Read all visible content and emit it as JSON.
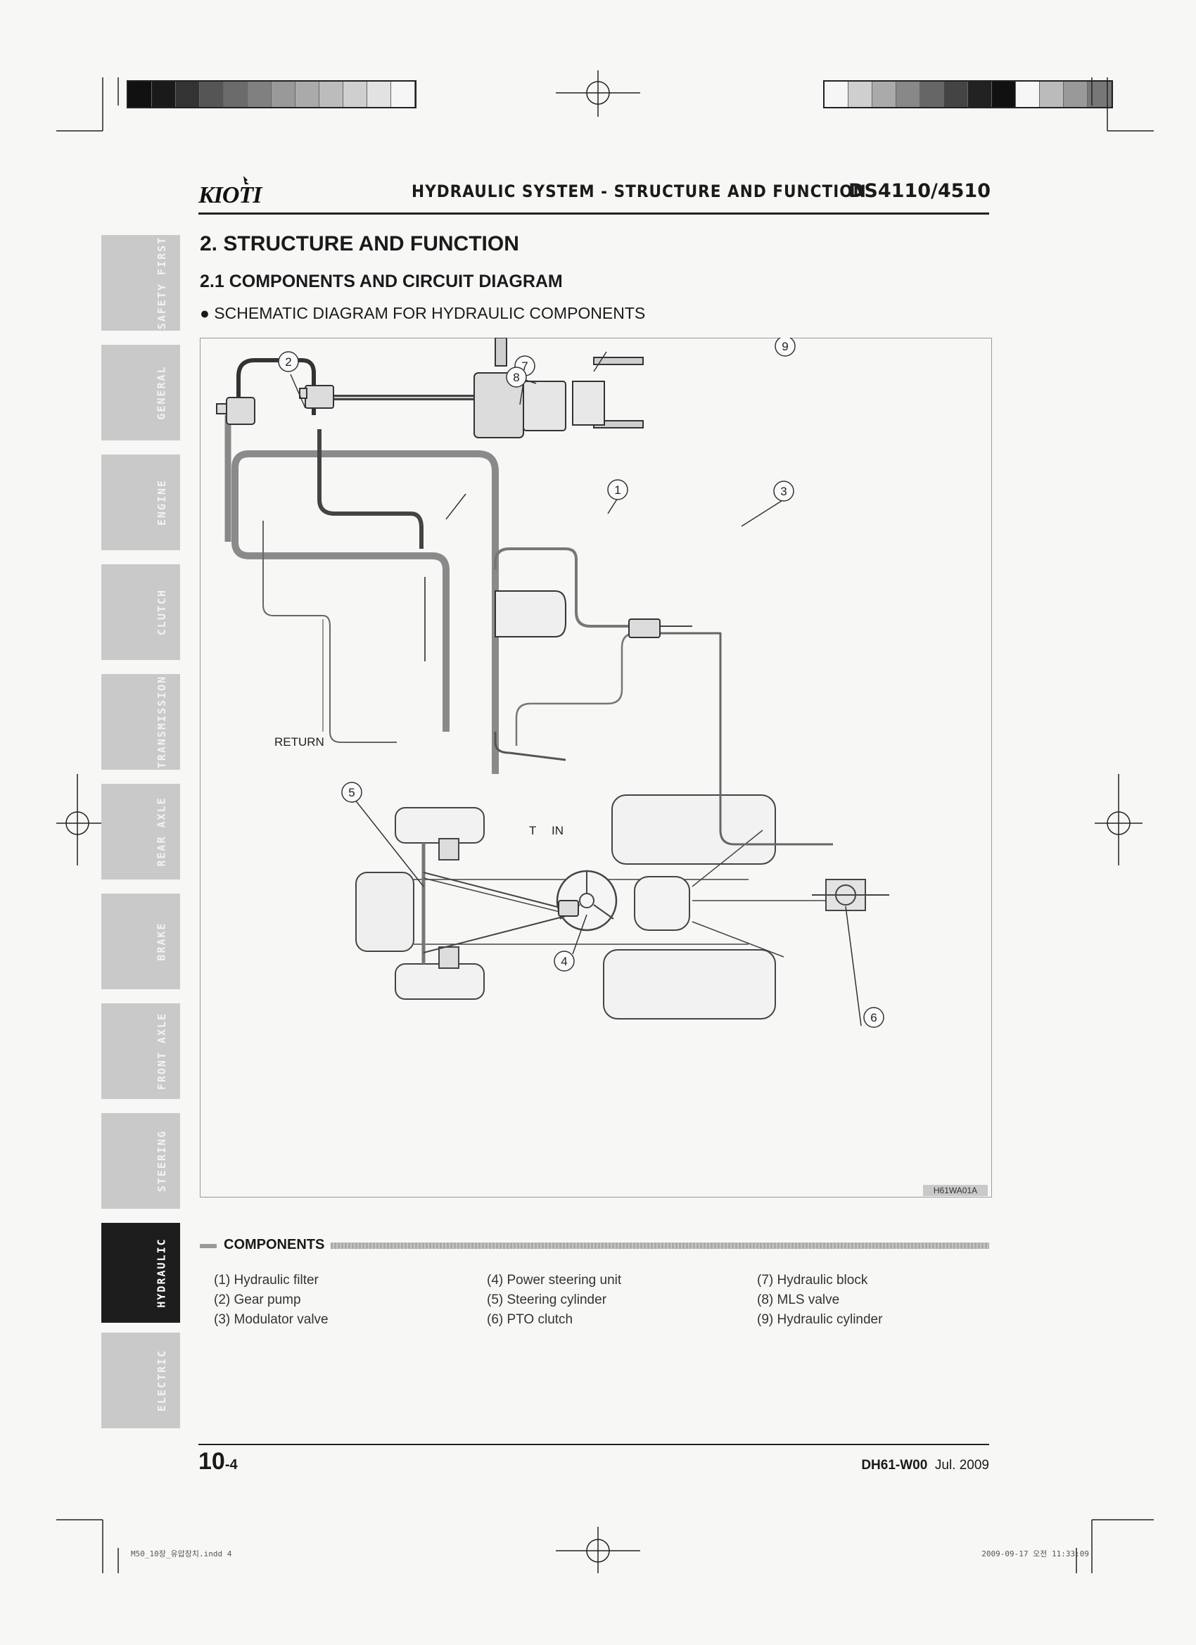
{
  "header": {
    "brand": "KIOTI",
    "title": "HYDRAULIC SYSTEM - STRUCTURE AND FUNCTION",
    "model": "DS4110/4510"
  },
  "tabs": [
    {
      "label": "SAFETY FIRST",
      "active": false
    },
    {
      "label": "GENERAL",
      "active": false
    },
    {
      "label": "ENGINE",
      "active": false
    },
    {
      "label": "CLUTCH",
      "active": false
    },
    {
      "label": "TRANSMISSION",
      "active": false
    },
    {
      "label": "REAR AXLE",
      "active": false
    },
    {
      "label": "BRAKE",
      "active": false
    },
    {
      "label": "FRONT AXLE",
      "active": false
    },
    {
      "label": "STEERING",
      "active": false
    },
    {
      "label": "HYDRAULIC",
      "active": true
    },
    {
      "label": "ELECTRIC",
      "active": false
    }
  ],
  "section": {
    "heading": "2. STRUCTURE AND FUNCTION",
    "subheading": "2.1  COMPONENTS AND CIRCUIT DIAGRAM",
    "bullet": "SCHEMATIC DIAGRAM FOR HYDRAULIC COMPONENTS"
  },
  "diagram": {
    "code": "H61WA01A",
    "labels": {
      "return": "RETURN",
      "t": "T",
      "in": "IN"
    },
    "callouts": [
      "1",
      "2",
      "3",
      "4",
      "5",
      "6",
      "7",
      "8",
      "9"
    ]
  },
  "components": {
    "title": "COMPONENTS",
    "col1": [
      "(1) Hydraulic filter",
      "(2) Gear pump",
      "(3) Modulator valve"
    ],
    "col2": [
      "(4) Power steering unit",
      "(5) Steering cylinder",
      "(6) PTO clutch"
    ],
    "col3": [
      "(7) Hydraulic block",
      "(8) MLS valve",
      "(9) Hydraulic cylinder"
    ]
  },
  "footer": {
    "page_main": "10",
    "page_sub": "-4",
    "doc_code": "DH61-W00",
    "date": "Jul. 2009"
  },
  "print_marks": {
    "file": "M50_10장_유압장치.indd   4",
    "timestamp": "2009-09-17   오전 11:33:09"
  }
}
